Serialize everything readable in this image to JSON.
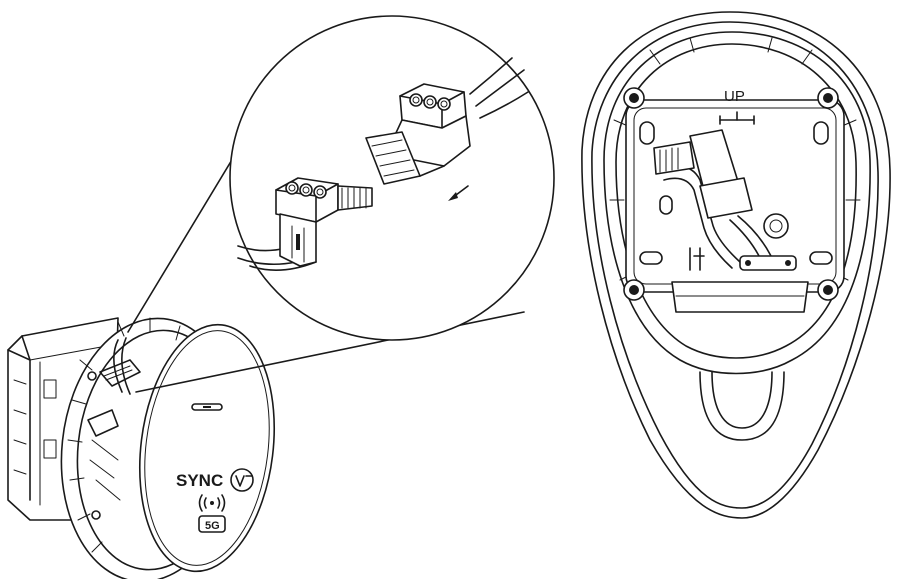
{
  "labels": {
    "brand": "SYNC",
    "network_badge": "5G",
    "orientation": "UP"
  },
  "colors": {
    "line": "#1a1a1a",
    "background": "#ffffff"
  },
  "icons": {
    "brand_mark": "ev-logo-icon",
    "wireless": "rfid-icon",
    "insertion_direction": "arrow-icon"
  }
}
